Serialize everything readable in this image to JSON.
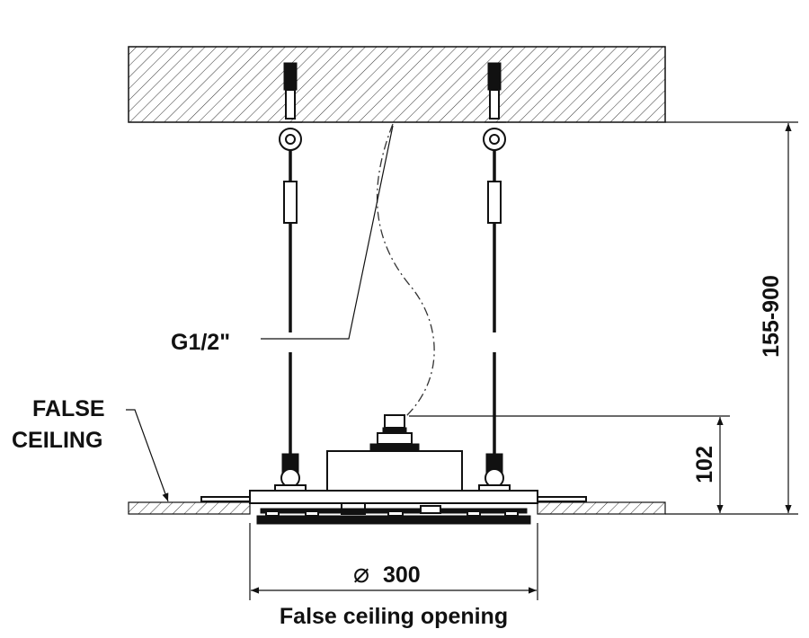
{
  "labels": {
    "pipe_connection": "G1/2\"",
    "false_ceiling_line1": "FALSE",
    "false_ceiling_line2": "CEILING",
    "total_height": "155-900",
    "head_height": "102",
    "diameter_value": "300",
    "opening_caption": "False ceiling opening"
  },
  "icons": {
    "diameter_symbol": "⌀"
  }
}
